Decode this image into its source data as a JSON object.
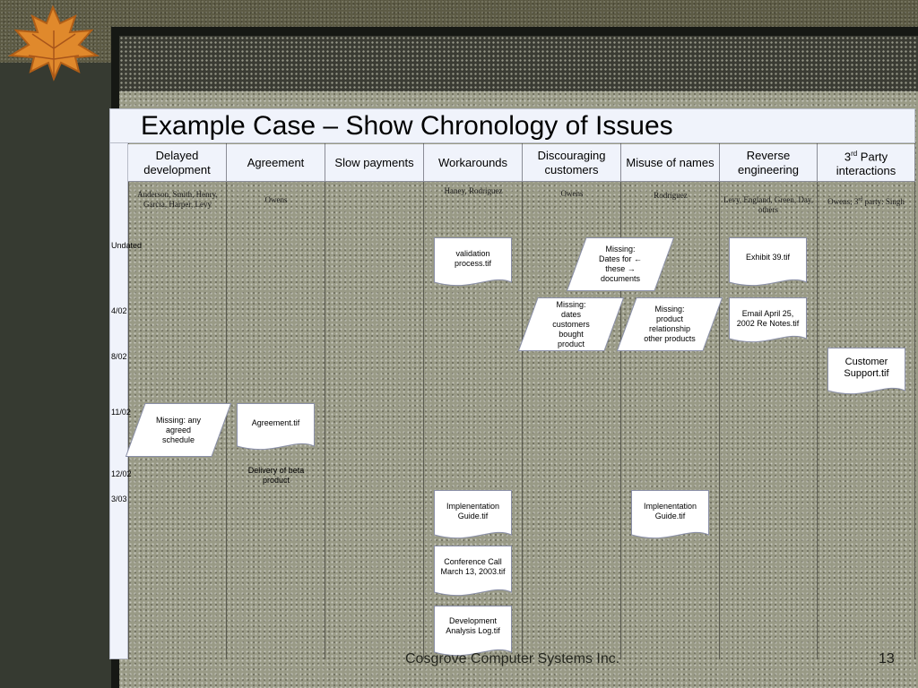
{
  "title": "Example Case – Show Chronology of Issues",
  "columns": [
    {
      "label": "Delayed development",
      "people": "Anderson, Smith, Henry, Garcia, Harper, Levy"
    },
    {
      "label": "Agreement",
      "people": "Owens"
    },
    {
      "label": "Slow payments",
      "people": ""
    },
    {
      "label": "Workarounds",
      "people": "Haney, Rodriguez"
    },
    {
      "label": "Discouraging customers",
      "people": "Owens"
    },
    {
      "label": "Misuse of names",
      "people": "Rodriguez"
    },
    {
      "label": "Reverse engineering",
      "people": "Levy, England, Green, Day, others"
    },
    {
      "label_main": "3",
      "label_sup": "rd",
      "label_rest": " Party interactions",
      "people_main": "Owens; 3",
      "people_sup": "rd",
      "people_rest": " party: Singh"
    }
  ],
  "rows": [
    "Undated",
    "4/02",
    "8/02",
    "11/02",
    "12/02",
    "3/03"
  ],
  "items": {
    "validation": "validation process.tif",
    "missing_dates": "Missing: Dates for ← these → documents",
    "exhibit39": "Exhibit 39.tif",
    "missing_customers": "Missing: dates customers bought product",
    "missing_relationship": "Missing: product relationship other products",
    "email": "Email April 25, 2002 Re Notes.tif",
    "support": "Customer Support.tif",
    "missing_schedule": "Missing: any agreed schedule",
    "agreement": "Agreement.tif",
    "delivery": "Delivery of beta product",
    "impl_guide_1": "Implenentation Guide.tif",
    "impl_guide_2": "Implenentation Guide.tif",
    "conference": "Conference Call March 13, 2003.tif",
    "dev_log": "Development Analysis Log.tif"
  },
  "footer": {
    "company": "Cosgrove Computer Systems Inc.",
    "page": "13"
  },
  "colors": {
    "header_bg": "#f0f3fb",
    "shape_fill": "#ffffff",
    "shape_stroke": "#8a8fa8"
  }
}
